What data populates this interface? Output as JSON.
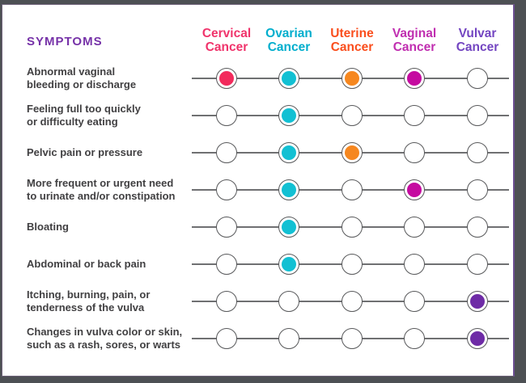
{
  "title": {
    "symptoms_label": "SYMPTOMS",
    "color": "#7632a8"
  },
  "columns": [
    {
      "id": "cervical",
      "line1": "Cervical",
      "line2": "Cancer",
      "text_color": "#f0336b",
      "dot_color": "#f22a5c"
    },
    {
      "id": "ovarian",
      "line1": "Ovarian",
      "line2": "Cancer",
      "text_color": "#00aecd",
      "dot_color": "#12c0d3"
    },
    {
      "id": "uterine",
      "line1": "Uterine",
      "line2": "Cancer",
      "text_color": "#fa4e1d",
      "dot_color": "#f6871f"
    },
    {
      "id": "vaginal",
      "line1": "Vaginal",
      "line2": "Cancer",
      "text_color": "#c02eb0",
      "dot_color": "#c50ba0"
    },
    {
      "id": "vulvar",
      "line1": "Vulvar",
      "line2": "Cancer",
      "text_color": "#7345c1",
      "dot_color": "#6e2ba6"
    }
  ],
  "rows": [
    {
      "lines": [
        "Abnormal vaginal",
        "bleeding or discharge"
      ],
      "dots": [
        true,
        true,
        true,
        true,
        false
      ]
    },
    {
      "lines": [
        "Feeling full too quickly",
        "or difficulty eating"
      ],
      "dots": [
        false,
        true,
        false,
        false,
        false
      ]
    },
    {
      "lines": [
        "Pelvic pain or pressure"
      ],
      "dots": [
        false,
        true,
        true,
        false,
        false
      ]
    },
    {
      "lines": [
        "More frequent or urgent need",
        "to urinate and/or constipation"
      ],
      "dots": [
        false,
        true,
        false,
        true,
        false
      ]
    },
    {
      "lines": [
        "Bloating"
      ],
      "dots": [
        false,
        true,
        false,
        false,
        false
      ]
    },
    {
      "lines": [
        "Abdominal or back pain"
      ],
      "dots": [
        false,
        true,
        false,
        false,
        false
      ]
    },
    {
      "lines": [
        "Itching, burning, pain, or",
        "tenderness of the vulva"
      ],
      "dots": [
        false,
        false,
        false,
        false,
        true
      ]
    },
    {
      "lines": [
        "Changes in vulva color or skin,",
        "such as a rash, sores, or warts"
      ],
      "dots": [
        false,
        false,
        false,
        false,
        true
      ]
    }
  ],
  "chart_data": {
    "type": "table",
    "title": "SYMPTOMS",
    "columns": [
      "Cervical Cancer",
      "Ovarian Cancer",
      "Uterine Cancer",
      "Vaginal Cancer",
      "Vulvar Cancer"
    ],
    "row_labels": [
      "Abnormal vaginal bleeding or discharge",
      "Feeling full too quickly or difficulty eating",
      "Pelvic pain or pressure",
      "More frequent or urgent need to urinate and/or constipation",
      "Bloating",
      "Abdominal or back pain",
      "Itching, burning, pain, or tenderness of the vulva",
      "Changes in vulva color or skin, such as a rash, sores, or warts"
    ],
    "matrix": [
      [
        1,
        1,
        1,
        1,
        0
      ],
      [
        0,
        1,
        0,
        0,
        0
      ],
      [
        0,
        1,
        1,
        0,
        0
      ],
      [
        0,
        1,
        0,
        1,
        0
      ],
      [
        0,
        1,
        0,
        0,
        0
      ],
      [
        0,
        1,
        0,
        0,
        0
      ],
      [
        0,
        0,
        0,
        0,
        1
      ],
      [
        0,
        0,
        0,
        0,
        1
      ]
    ],
    "legend_note": "Filled circle = symptom associated with that cancer type; marker colors match column header colors"
  }
}
